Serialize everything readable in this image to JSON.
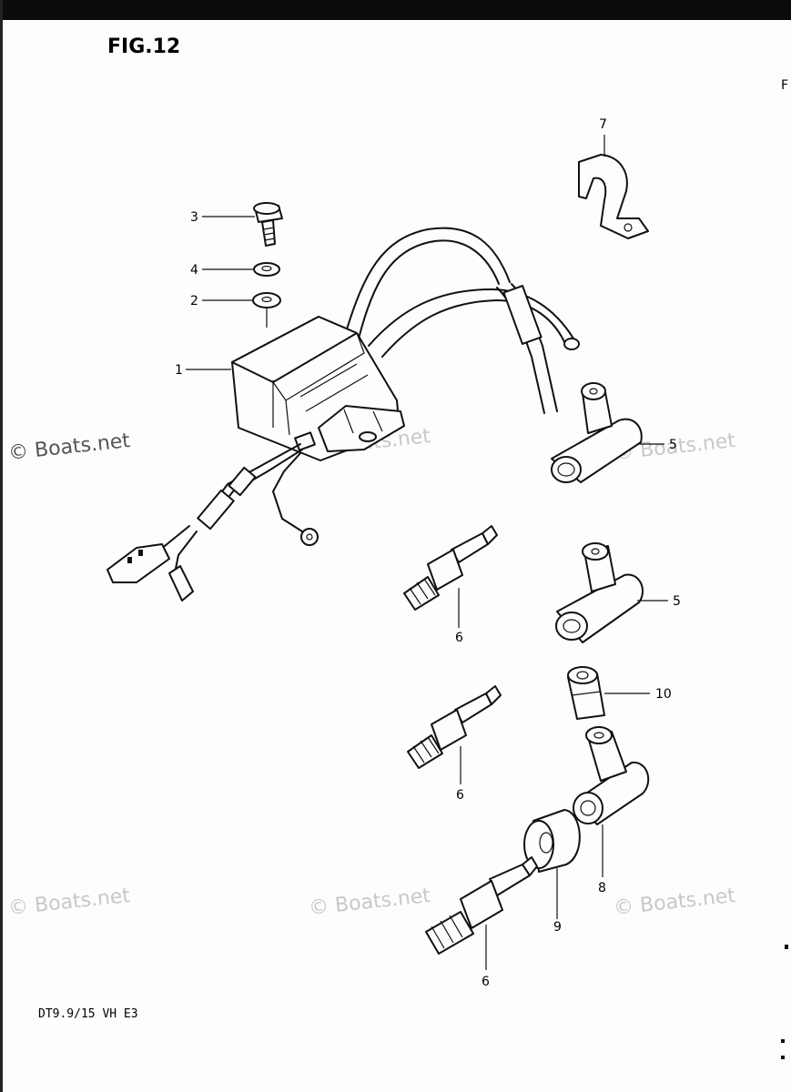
{
  "figure": {
    "title": "FIG.12",
    "model_ref": "DT9.9/15 VH E3",
    "edge_mark": "F"
  },
  "watermark": {
    "text": "© Boats.net"
  },
  "callouts": {
    "c1": "1",
    "c2": "2",
    "c3": "3",
    "c4": "4",
    "c5a": "5",
    "c5b": "5",
    "c6a": "6",
    "c6b": "6",
    "c6c": "6",
    "c7": "7",
    "c8": "8",
    "c9": "9",
    "c10": "10"
  },
  "colors": {
    "ink": "#111111",
    "paper": "#fdfdfd",
    "watermark": "#c8c8c8"
  }
}
